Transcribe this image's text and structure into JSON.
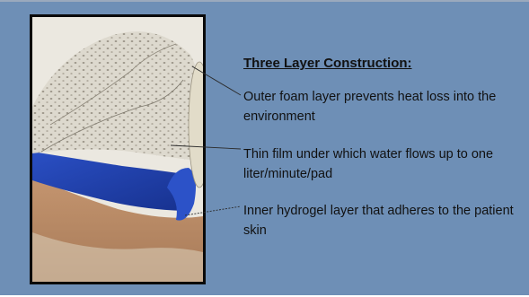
{
  "heading": "Three Layer Construction:",
  "layers": [
    {
      "name": "outer-foam",
      "text": "Outer foam layer prevents heat loss into the environment"
    },
    {
      "name": "thin-film",
      "text": "Thin film under which water flows up to one liter/minute/pad"
    },
    {
      "name": "inner-hydrogel",
      "text": "Inner hydrogel layer that  adheres to the patient skin"
    }
  ],
  "colors": {
    "background": "#6e8fb6",
    "foam": "#d9d4c6",
    "hydrogel": "#1f3fa8",
    "skin": "#b98a66"
  }
}
